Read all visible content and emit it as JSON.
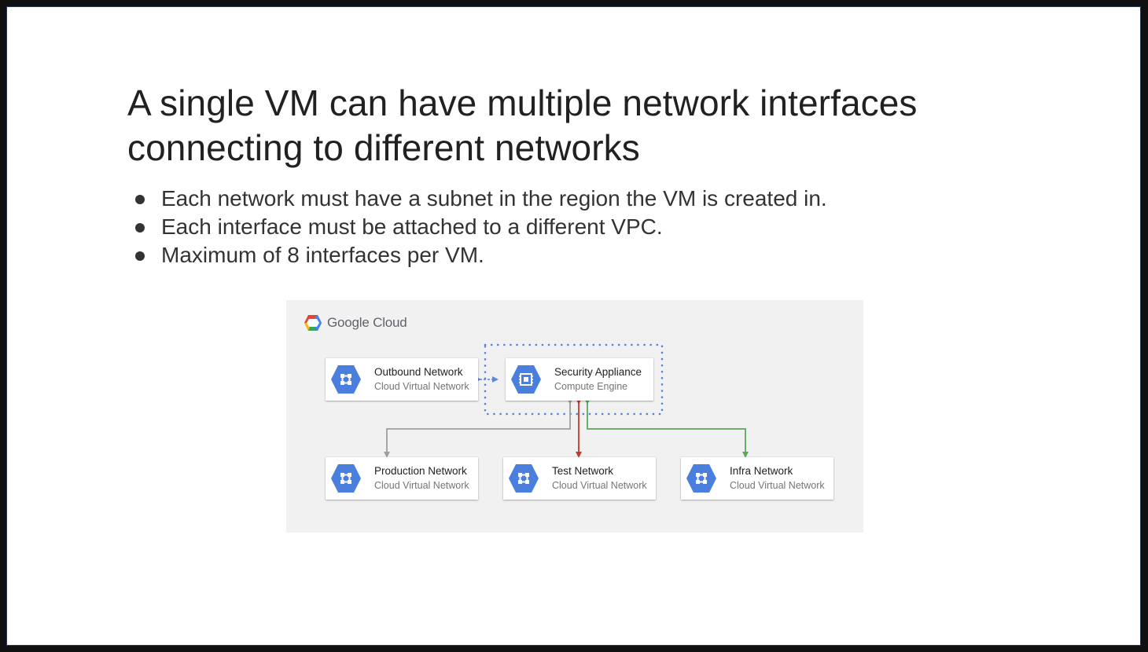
{
  "slide": {
    "title": "A single VM can have multiple network interfaces connecting to different networks",
    "bullets": [
      "Each network must have a subnet in the region the VM is created in.",
      "Each interface must be attached to a different VPC.",
      "Maximum of 8 interfaces per VM."
    ]
  },
  "diagram": {
    "logo_text": "Google Cloud",
    "nodes": [
      {
        "name": "Outbound Network",
        "sub": "Cloud Virtual Network",
        "icon": "cloud-virtual-network-icon"
      },
      {
        "name": "Security Appliance",
        "sub": "Compute Engine",
        "icon": "compute-engine-icon"
      },
      {
        "name": "Production Network",
        "sub": "Cloud Virtual Network",
        "icon": "cloud-virtual-network-icon"
      },
      {
        "name": "Test Network",
        "sub": "Cloud Virtual Network",
        "icon": "cloud-virtual-network-icon"
      },
      {
        "name": "Infra Network",
        "sub": "Cloud Virtual Network",
        "icon": "cloud-virtual-network-icon"
      }
    ],
    "colors": {
      "icon_blue": "#4a7fdd",
      "outbound_link": "#5b86d9",
      "production_link": "#9e9e9e",
      "test_link": "#c0392b",
      "infra_link": "#5aa75a",
      "group_border": "#4a7fdd"
    }
  }
}
